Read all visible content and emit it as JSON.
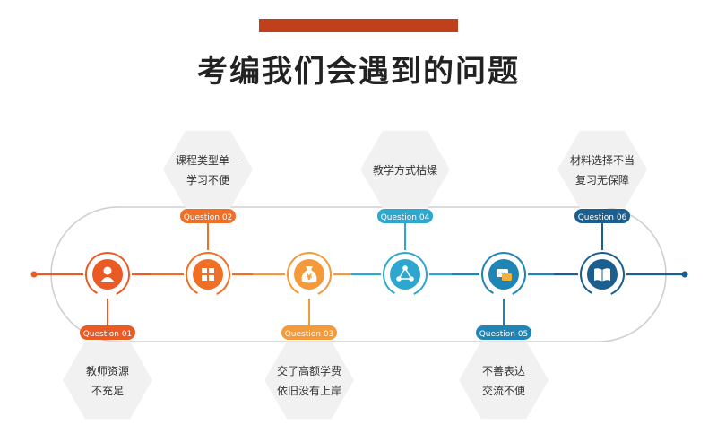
{
  "title": "考编我们会遇到的问题",
  "colors": {
    "accent_bar": "#c0401b",
    "q1": "#ec5a24",
    "q2": "#ef6f26",
    "q3": "#f49a3a",
    "q4": "#2ea7cf",
    "q5": "#1f84b6",
    "q6": "#1a5f8f",
    "hex_fill": "#f1f1f1",
    "track": "#cfcfcf"
  },
  "questions": [
    {
      "tag": "Question 01",
      "lines": [
        "教师资源",
        "不充足"
      ],
      "icon": "user-icon"
    },
    {
      "tag": "Question 02",
      "lines": [
        "课程类型单一",
        "学习不便"
      ],
      "icon": "grid-icon"
    },
    {
      "tag": "Question 03",
      "lines": [
        "交了高额学费",
        "依旧没有上岸"
      ],
      "icon": "money-bag-icon",
      "icon_glyph": "¥"
    },
    {
      "tag": "Question 04",
      "lines": [
        "教学方式枯燥"
      ],
      "icon": "share-icon"
    },
    {
      "tag": "Question 05",
      "lines": [
        "不善表达",
        "交流不便"
      ],
      "icon": "chat-icon"
    },
    {
      "tag": "Question 06",
      "lines": [
        "材料选择不当",
        "复习无保障"
      ],
      "icon": "book-icon"
    }
  ]
}
